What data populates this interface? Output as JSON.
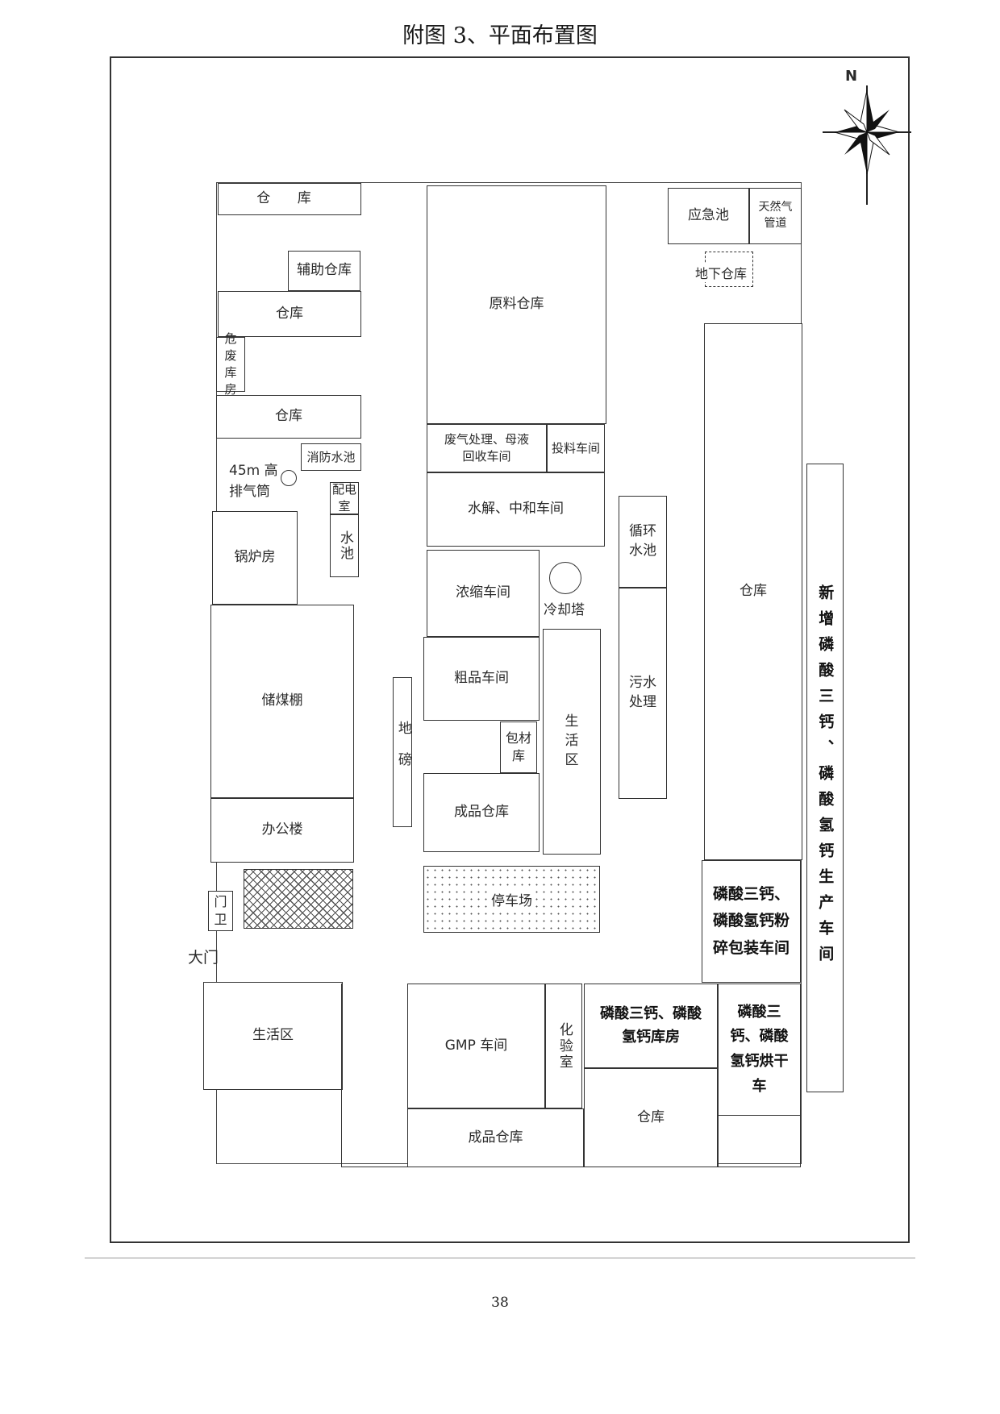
{
  "title": "附图 3、平面布置图",
  "page_number": "38",
  "compass": {
    "north": "N",
    "icon": "compass-rose-icon"
  },
  "buildings": {
    "warehouse_top_left": "仓 库",
    "auxiliary_warehouse": "辅助仓库",
    "warehouse_2": "仓库",
    "hazardous_waste_warehouse": "危废库房",
    "warehouse_3": "仓库",
    "exhaust_stack": "45m 高排气筒",
    "fire_water_pool": "消防水池",
    "power_distribution_room": "配电室",
    "water_pool": "水池",
    "boiler_room": "锅炉房",
    "coal_shed": "储煤棚",
    "office_building": "办公楼",
    "guard_room": "门卫",
    "main_gate": "大门",
    "raw_material_warehouse": "原料仓库",
    "waste_gas_treatment": "废气处理、母液回收车间",
    "feeding_workshop": "投料车间",
    "hydrolysis_workshop": "水解、中和车间",
    "concentration_workshop": "浓缩车间",
    "cooling_tower": "冷却塔",
    "crude_product_workshop": "粗品车间",
    "packaging_material_room": "包材库",
    "finished_goods_warehouse_center": "成品仓库",
    "living_area_center": "生活区",
    "weighbridge": "地磅",
    "circulating_water_pool": "循环水池",
    "sewage_treatment": "污水处理",
    "parking_lot": "停车场",
    "emergency_pool": "应急池",
    "natural_gas_pipeline": "天然气管道",
    "underground_warehouse": "地下仓库",
    "warehouse_right": "仓库",
    "new_production_workshop": "新增磷酸三钙、磷酸氢钙生产车间",
    "crushing_packaging_workshop": "磷酸三钙、磷酸氢钙粉碎包装车间",
    "living_area_bottom": "生活区",
    "gmp_workshop": "GMP 车间",
    "laboratory": "化验室",
    "phosphate_storehouse": "磷酸三钙、磷酸氢钙库房",
    "drying_workshop": "磷酸三钙、磷酸氢钙烘干车",
    "finished_goods_warehouse_bottom": "成品仓库",
    "warehouse_bottom": "仓库"
  }
}
